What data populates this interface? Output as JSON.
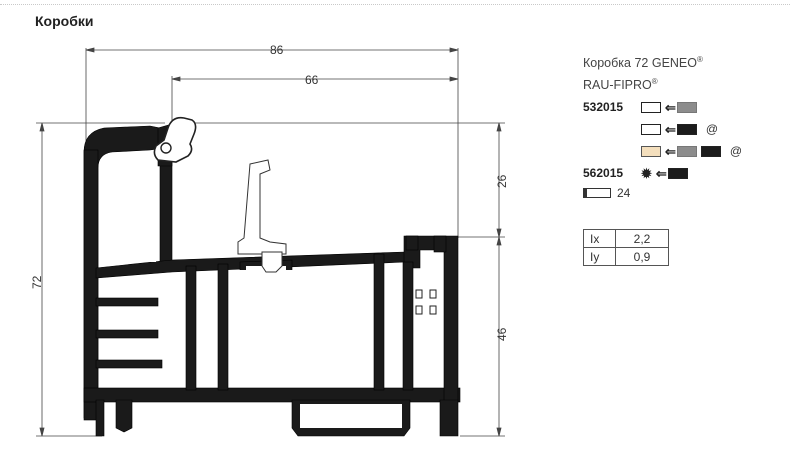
{
  "page_title": "Коробки",
  "product": {
    "name": "Коробка 72 GENEO",
    "name_mark": "®",
    "material": "RAU-FIPRO",
    "material_mark": "®"
  },
  "dimensions": {
    "top_width": "86",
    "inner_width": "66",
    "total_height": "72",
    "upper_height": "26",
    "lower_height": "46"
  },
  "variants": [
    {
      "code": "532015",
      "swatches": [
        "white",
        "grey"
      ],
      "note": ""
    },
    {
      "code": "",
      "swatches": [
        "white",
        "dark"
      ],
      "note": "@"
    },
    {
      "code": "",
      "swatches": [
        "cream",
        "grey",
        "dark"
      ],
      "note": "@"
    }
  ],
  "gasket": {
    "code": "562015",
    "swatches": [
      "dark"
    ]
  },
  "packaging": {
    "qty": "24",
    "icon": "bundle-icon"
  },
  "properties": [
    {
      "key": "Ix",
      "value": "2,2"
    },
    {
      "key": "Iy",
      "value": "0,9"
    }
  ],
  "colors": {
    "profile": "#1a1a1a",
    "gasket_white": "#ffffff",
    "grey": "#8c8c8c",
    "cream": "#f4dfbd"
  }
}
